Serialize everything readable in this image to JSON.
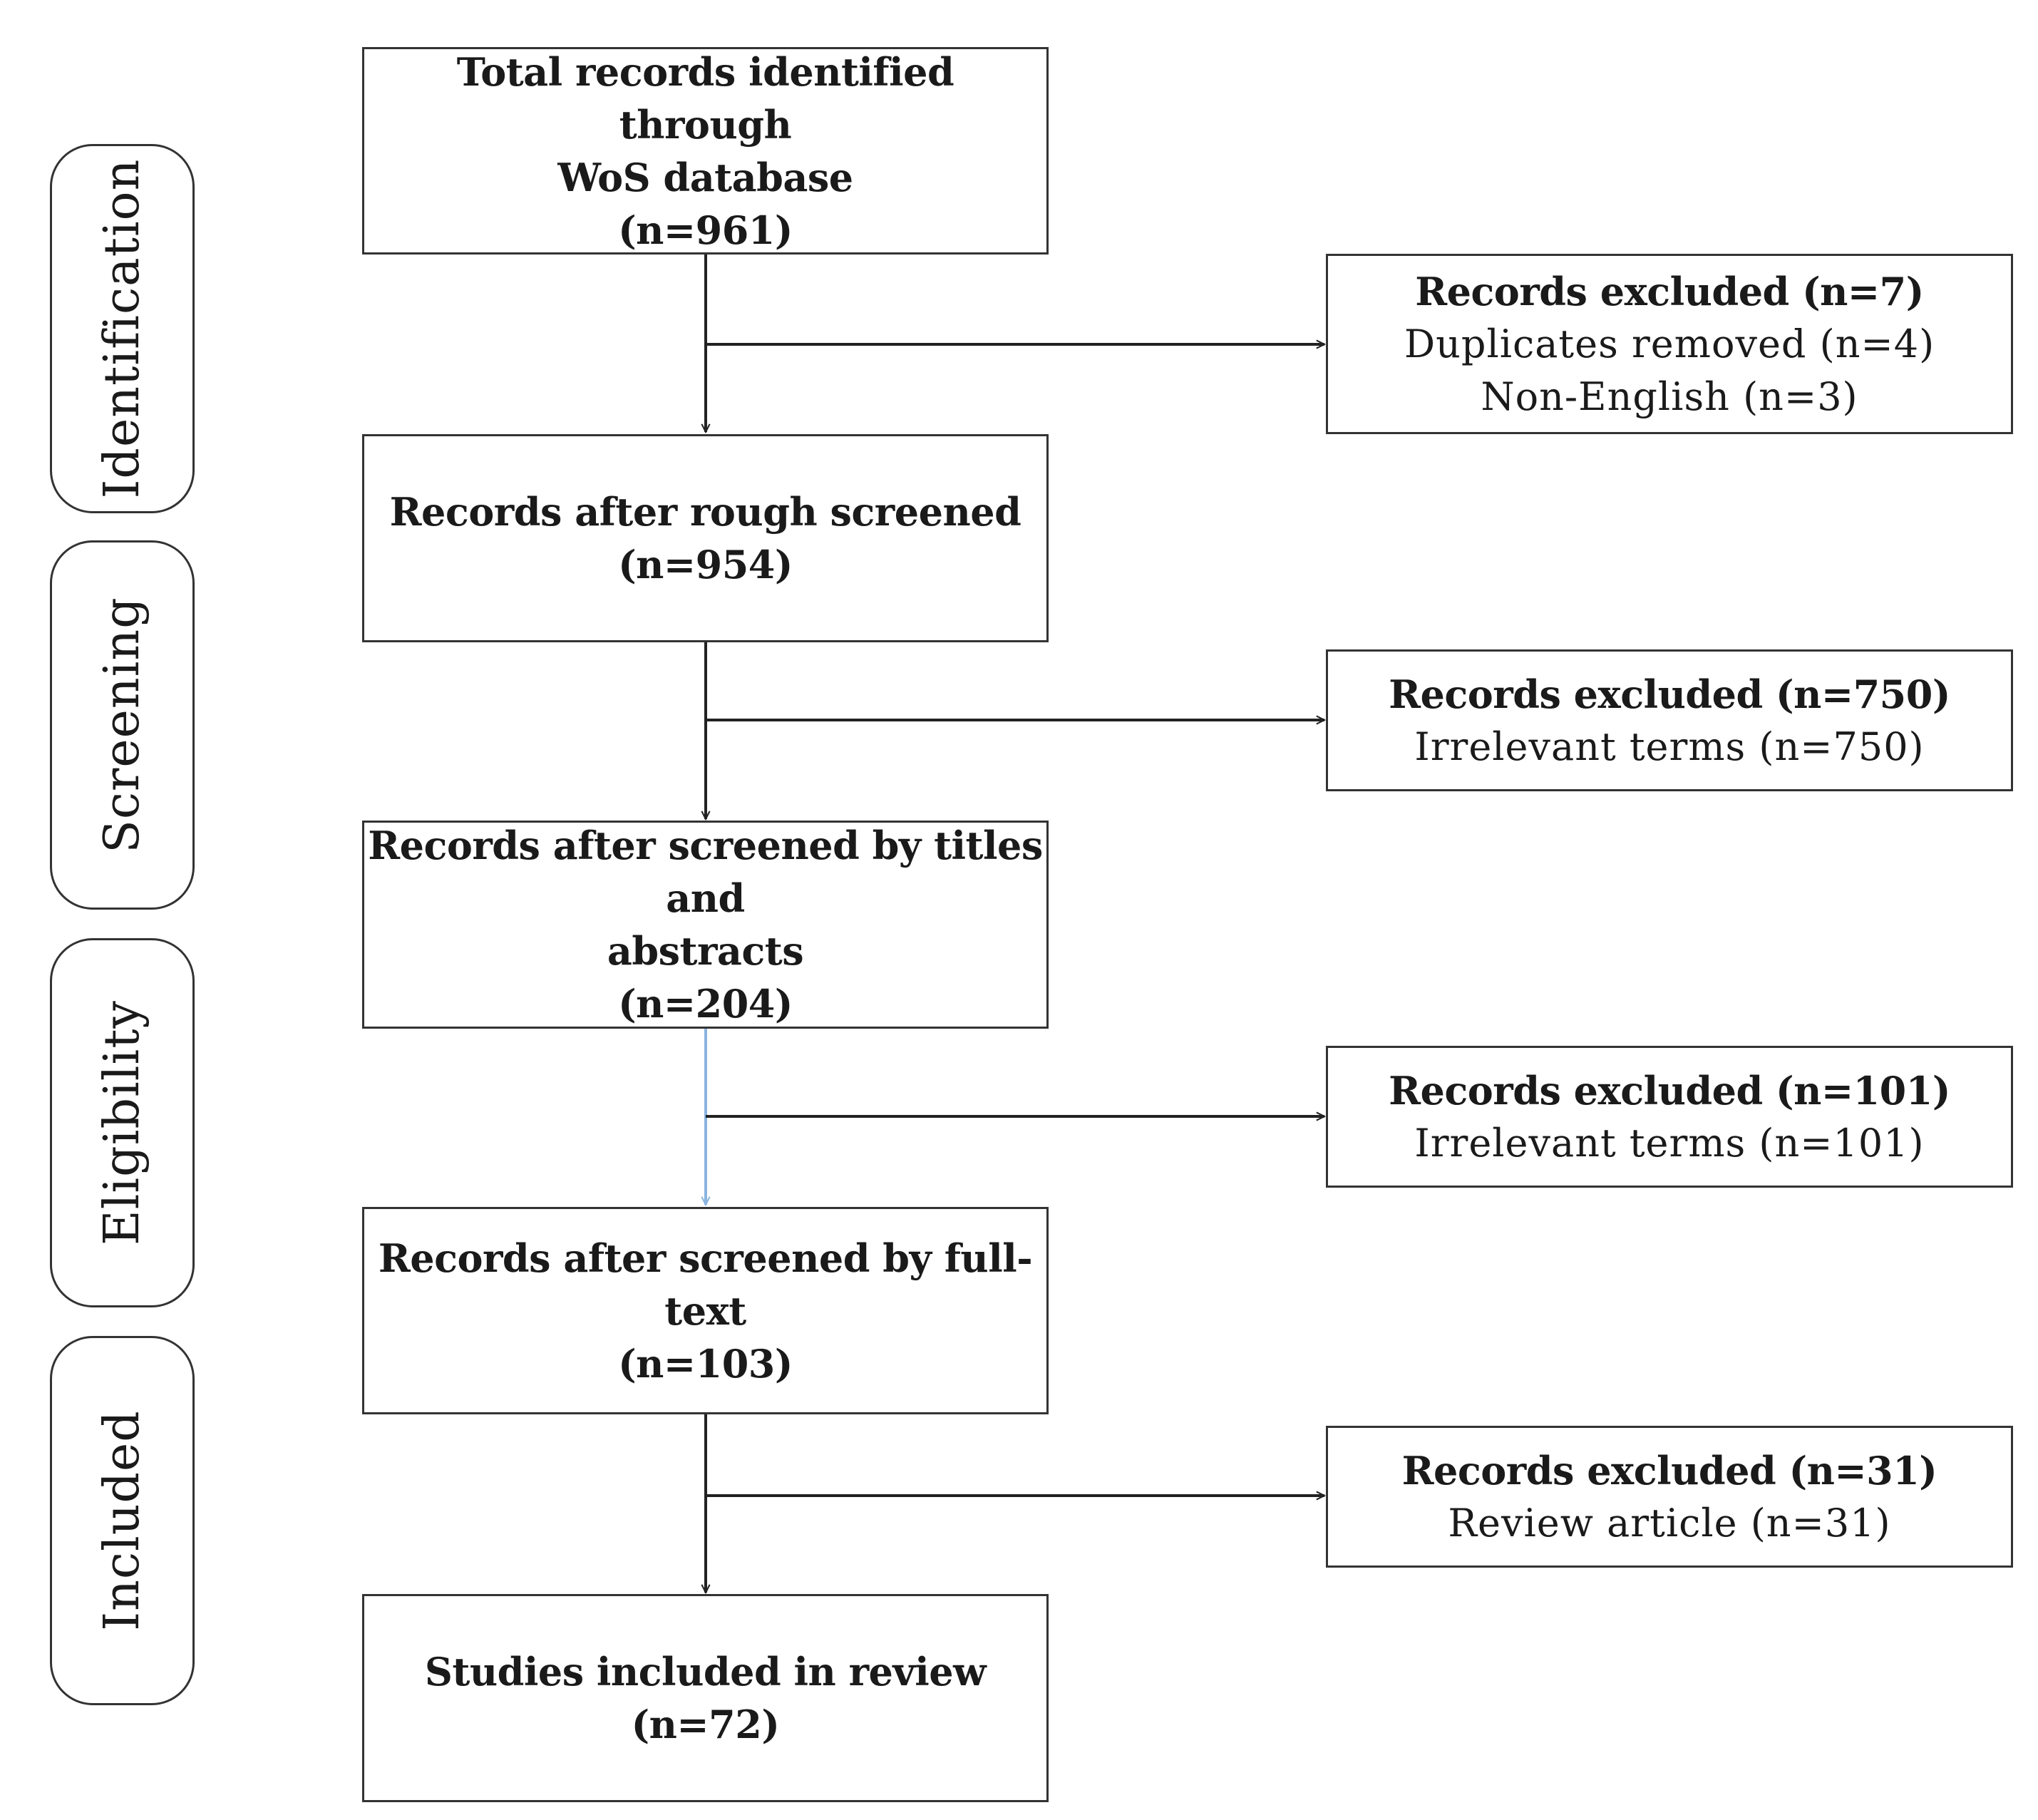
{
  "stages": [
    {
      "id": "identification",
      "label": "Identification"
    },
    {
      "id": "screening",
      "label": "Screening"
    },
    {
      "id": "eligibility",
      "label": "Eligibility"
    },
    {
      "id": "included",
      "label": "Included"
    }
  ],
  "main_boxes": [
    {
      "id": "total",
      "lines": [
        "Total records identified through",
        "WoS database",
        "(n=961)"
      ]
    },
    {
      "id": "rough",
      "lines": [
        "Records after rough screened",
        "(n=954)"
      ]
    },
    {
      "id": "titles",
      "lines": [
        "Records after screened by titles and",
        "abstracts",
        "(n=204)"
      ]
    },
    {
      "id": "fulltext",
      "lines": [
        "Records after screened by full-text",
        "(n=103)"
      ]
    },
    {
      "id": "included",
      "lines": [
        "Studies included in review",
        "(n=72)"
      ]
    }
  ],
  "exclusion_boxes": [
    {
      "id": "excl-1",
      "heading": "Records excluded (n=7)",
      "items": [
        "Duplicates removed (n=4)",
        "Non-English (n=3)"
      ]
    },
    {
      "id": "excl-2",
      "heading": "Records excluded (n=750)",
      "items": [
        "Irrelevant terms (n=750)"
      ]
    },
    {
      "id": "excl-3",
      "heading": "Records excluded (n=101)",
      "items": [
        "Irrelevant terms (n=101)"
      ]
    },
    {
      "id": "excl-4",
      "heading": "Records excluded (n=31)",
      "items": [
        "Review article (n=31)"
      ]
    }
  ],
  "colors": {
    "line": "#222222",
    "highlight_arrow": "#8ab4e0",
    "border": "#333333"
  }
}
